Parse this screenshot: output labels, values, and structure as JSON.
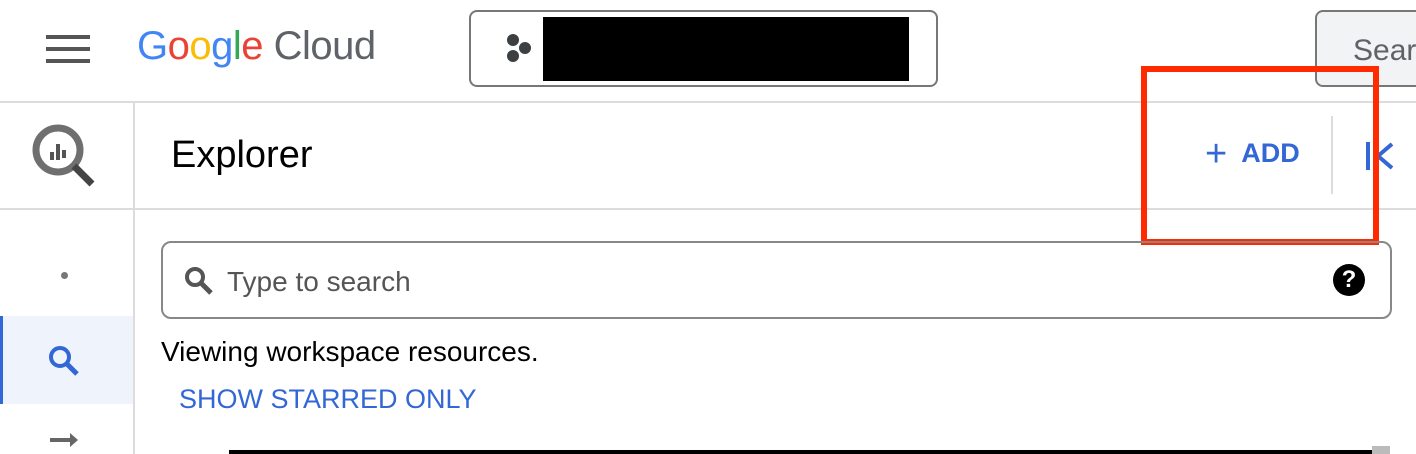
{
  "header": {
    "logo_google": [
      "G",
      "o",
      "o",
      "g",
      "l",
      "e"
    ],
    "logo_google_colors": [
      "#4285f4",
      "#ea4335",
      "#fbbc05",
      "#4285f4",
      "#34a853",
      "#ea4335"
    ],
    "logo_cloud": "Cloud",
    "search_placeholder": "Sear"
  },
  "panel": {
    "title": "Explorer",
    "add_label": "ADD",
    "search_placeholder": "Type to search",
    "info_text": "Viewing workspace resources.",
    "starred_button": "SHOW STARRED ONLY"
  },
  "colors": {
    "accent": "#3367d6",
    "highlight": "#ff2a00"
  }
}
